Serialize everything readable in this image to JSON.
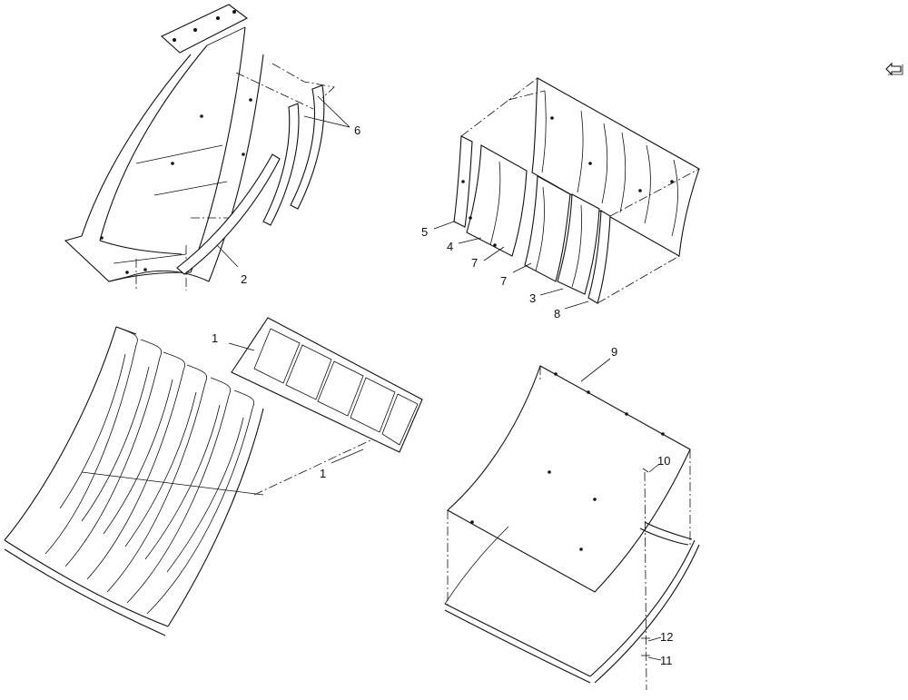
{
  "callouts": {
    "c1a": "1",
    "c1b": "1",
    "c2": "2",
    "c3": "3",
    "c4": "4",
    "c5": "5",
    "c6": "6",
    "c7a": "7",
    "c7b": "7",
    "c8": "8",
    "c9": "9",
    "c10": "10",
    "c11": "11",
    "c12": "12"
  },
  "icons": {
    "return": "return-arrow-icon"
  }
}
